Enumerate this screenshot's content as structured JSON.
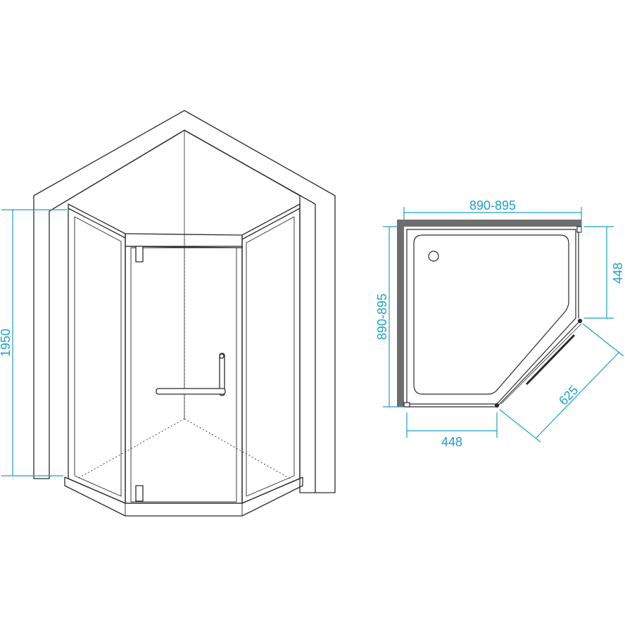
{
  "colors": {
    "line": "#2b2b2b",
    "dimension": "#1a9fc9",
    "wall_fill": "#ffffff",
    "wall_shade": "#6e6e6e"
  },
  "elevation": {
    "height_label": "1950"
  },
  "plan": {
    "width_label": "890-895",
    "depth_label": "890-895",
    "side_top_label": "448",
    "side_bottom_label": "448",
    "diagonal_label": "625"
  }
}
